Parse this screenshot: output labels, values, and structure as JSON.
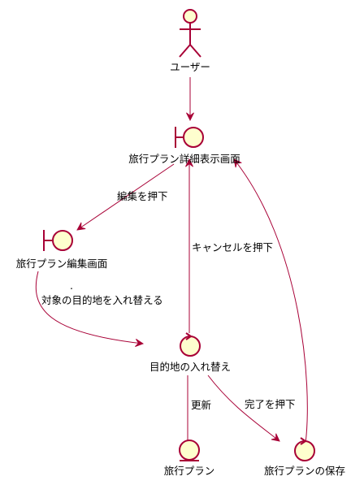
{
  "colors": {
    "fill": "#FEFECE",
    "stroke": "#A80036",
    "text": "#000000"
  },
  "nodes": {
    "user": {
      "label": "ユーザー",
      "kind": "actor"
    },
    "detail": {
      "label": "旅行プラン詳細表示画面",
      "kind": "boundary"
    },
    "edit": {
      "label": "旅行プラン編集画面",
      "kind": "boundary"
    },
    "swap": {
      "label": "目的地の入れ替え",
      "kind": "control"
    },
    "plan": {
      "label": "旅行プラン",
      "kind": "entity"
    },
    "save": {
      "label": "旅行プランの保存",
      "kind": "control"
    }
  },
  "edges": {
    "detail_to_edit": {
      "label": "編集を押下"
    },
    "edit_to_swap": {
      "label_dot": ".",
      "label": "対象の目的地を入れ替える"
    },
    "swap_to_detail": {
      "label": "キャンセルを押下"
    },
    "swap_to_plan": {
      "label": "更新"
    },
    "swap_to_save": {
      "label": "完了を押下"
    }
  }
}
